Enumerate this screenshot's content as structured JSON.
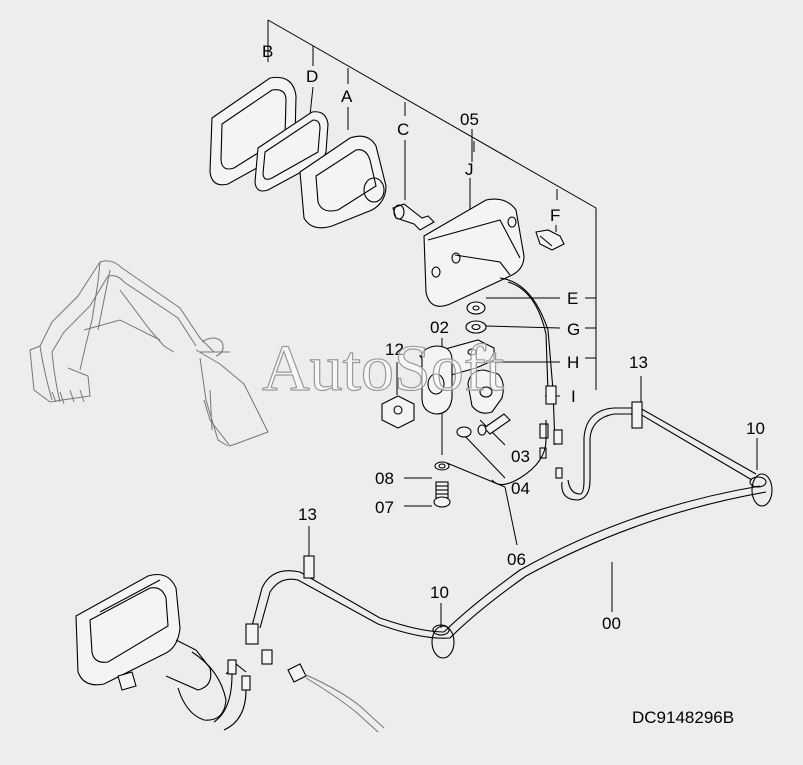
{
  "diagram": {
    "watermark": "AutoSoft",
    "drawing_code": "DC9148296B",
    "callouts": {
      "B": "B",
      "D": "D",
      "A": "A",
      "C": "C",
      "p05": "05",
      "J": "J",
      "F": "F",
      "E": "E",
      "G": "G",
      "H": "H",
      "I": "I",
      "p02": "02",
      "p12": "12",
      "p13a": "13",
      "p10a": "10",
      "p03": "03",
      "p04": "04",
      "p08": "08",
      "p07": "07",
      "p06": "06",
      "p13b": "13",
      "p10b": "10",
      "p00": "00"
    }
  }
}
